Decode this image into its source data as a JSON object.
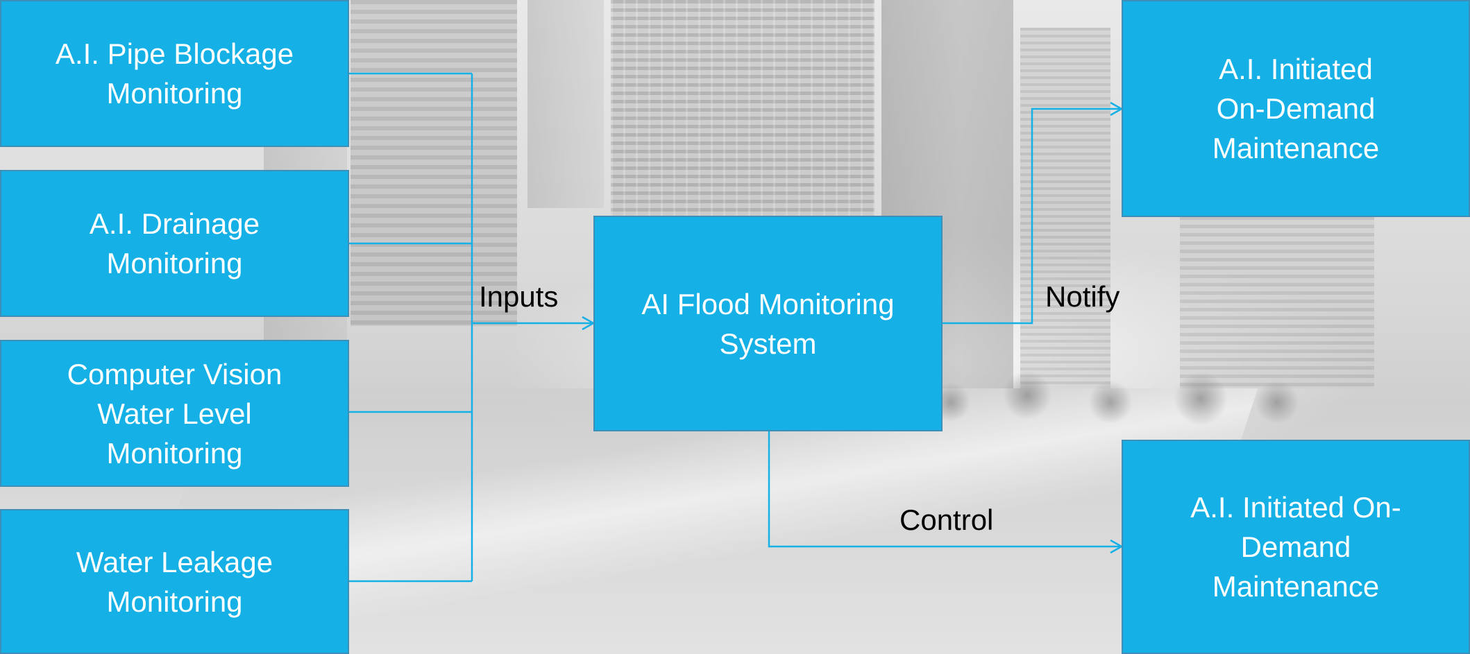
{
  "colors": {
    "box_fill": "#14b0e6",
    "box_border": "#3d8fb8",
    "connector": "#14b0e6",
    "box_text": "#ffffff",
    "label_text": "#000000"
  },
  "inputs": [
    {
      "text": "A.I. Pipe Blockage\nMonitoring"
    },
    {
      "text": "A.I. Drainage\nMonitoring"
    },
    {
      "text": "Computer Vision\nWater Level\nMonitoring"
    },
    {
      "text": "Water Leakage\nMonitoring"
    }
  ],
  "center": {
    "text": "AI Flood Monitoring\nSystem"
  },
  "outputs": {
    "notify_target": {
      "text": "A.I. Initiated\nOn-Demand\nMaintenance"
    },
    "control_target": {
      "text": "A.I. Initiated On-\nDemand\nMaintenance"
    }
  },
  "edge_labels": {
    "inputs": "Inputs",
    "notify": "Notify",
    "control": "Control"
  }
}
